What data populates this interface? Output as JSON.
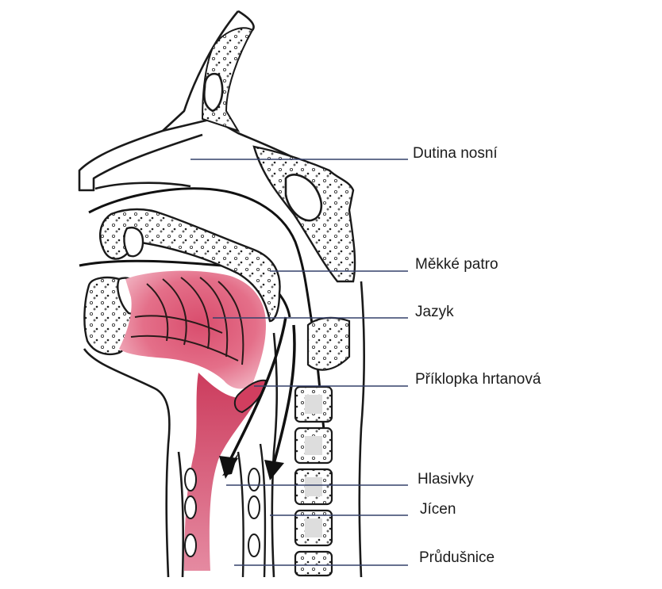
{
  "colors": {
    "line": "#1a1a1a",
    "leader": "#34406a",
    "tissue": "#d8526e",
    "tissue_light": "#f1b9c6",
    "bone": "#ffffff"
  },
  "labels": {
    "nasal_cavity": "Dutina nosní",
    "soft_palate": "Měkké patro",
    "tongue": "Jazyk",
    "epiglottis": "Příklopka hrtanová",
    "vocal_cords": "Hlasivky",
    "esophagus": "Jícen",
    "trachea": "Průdušnice"
  }
}
